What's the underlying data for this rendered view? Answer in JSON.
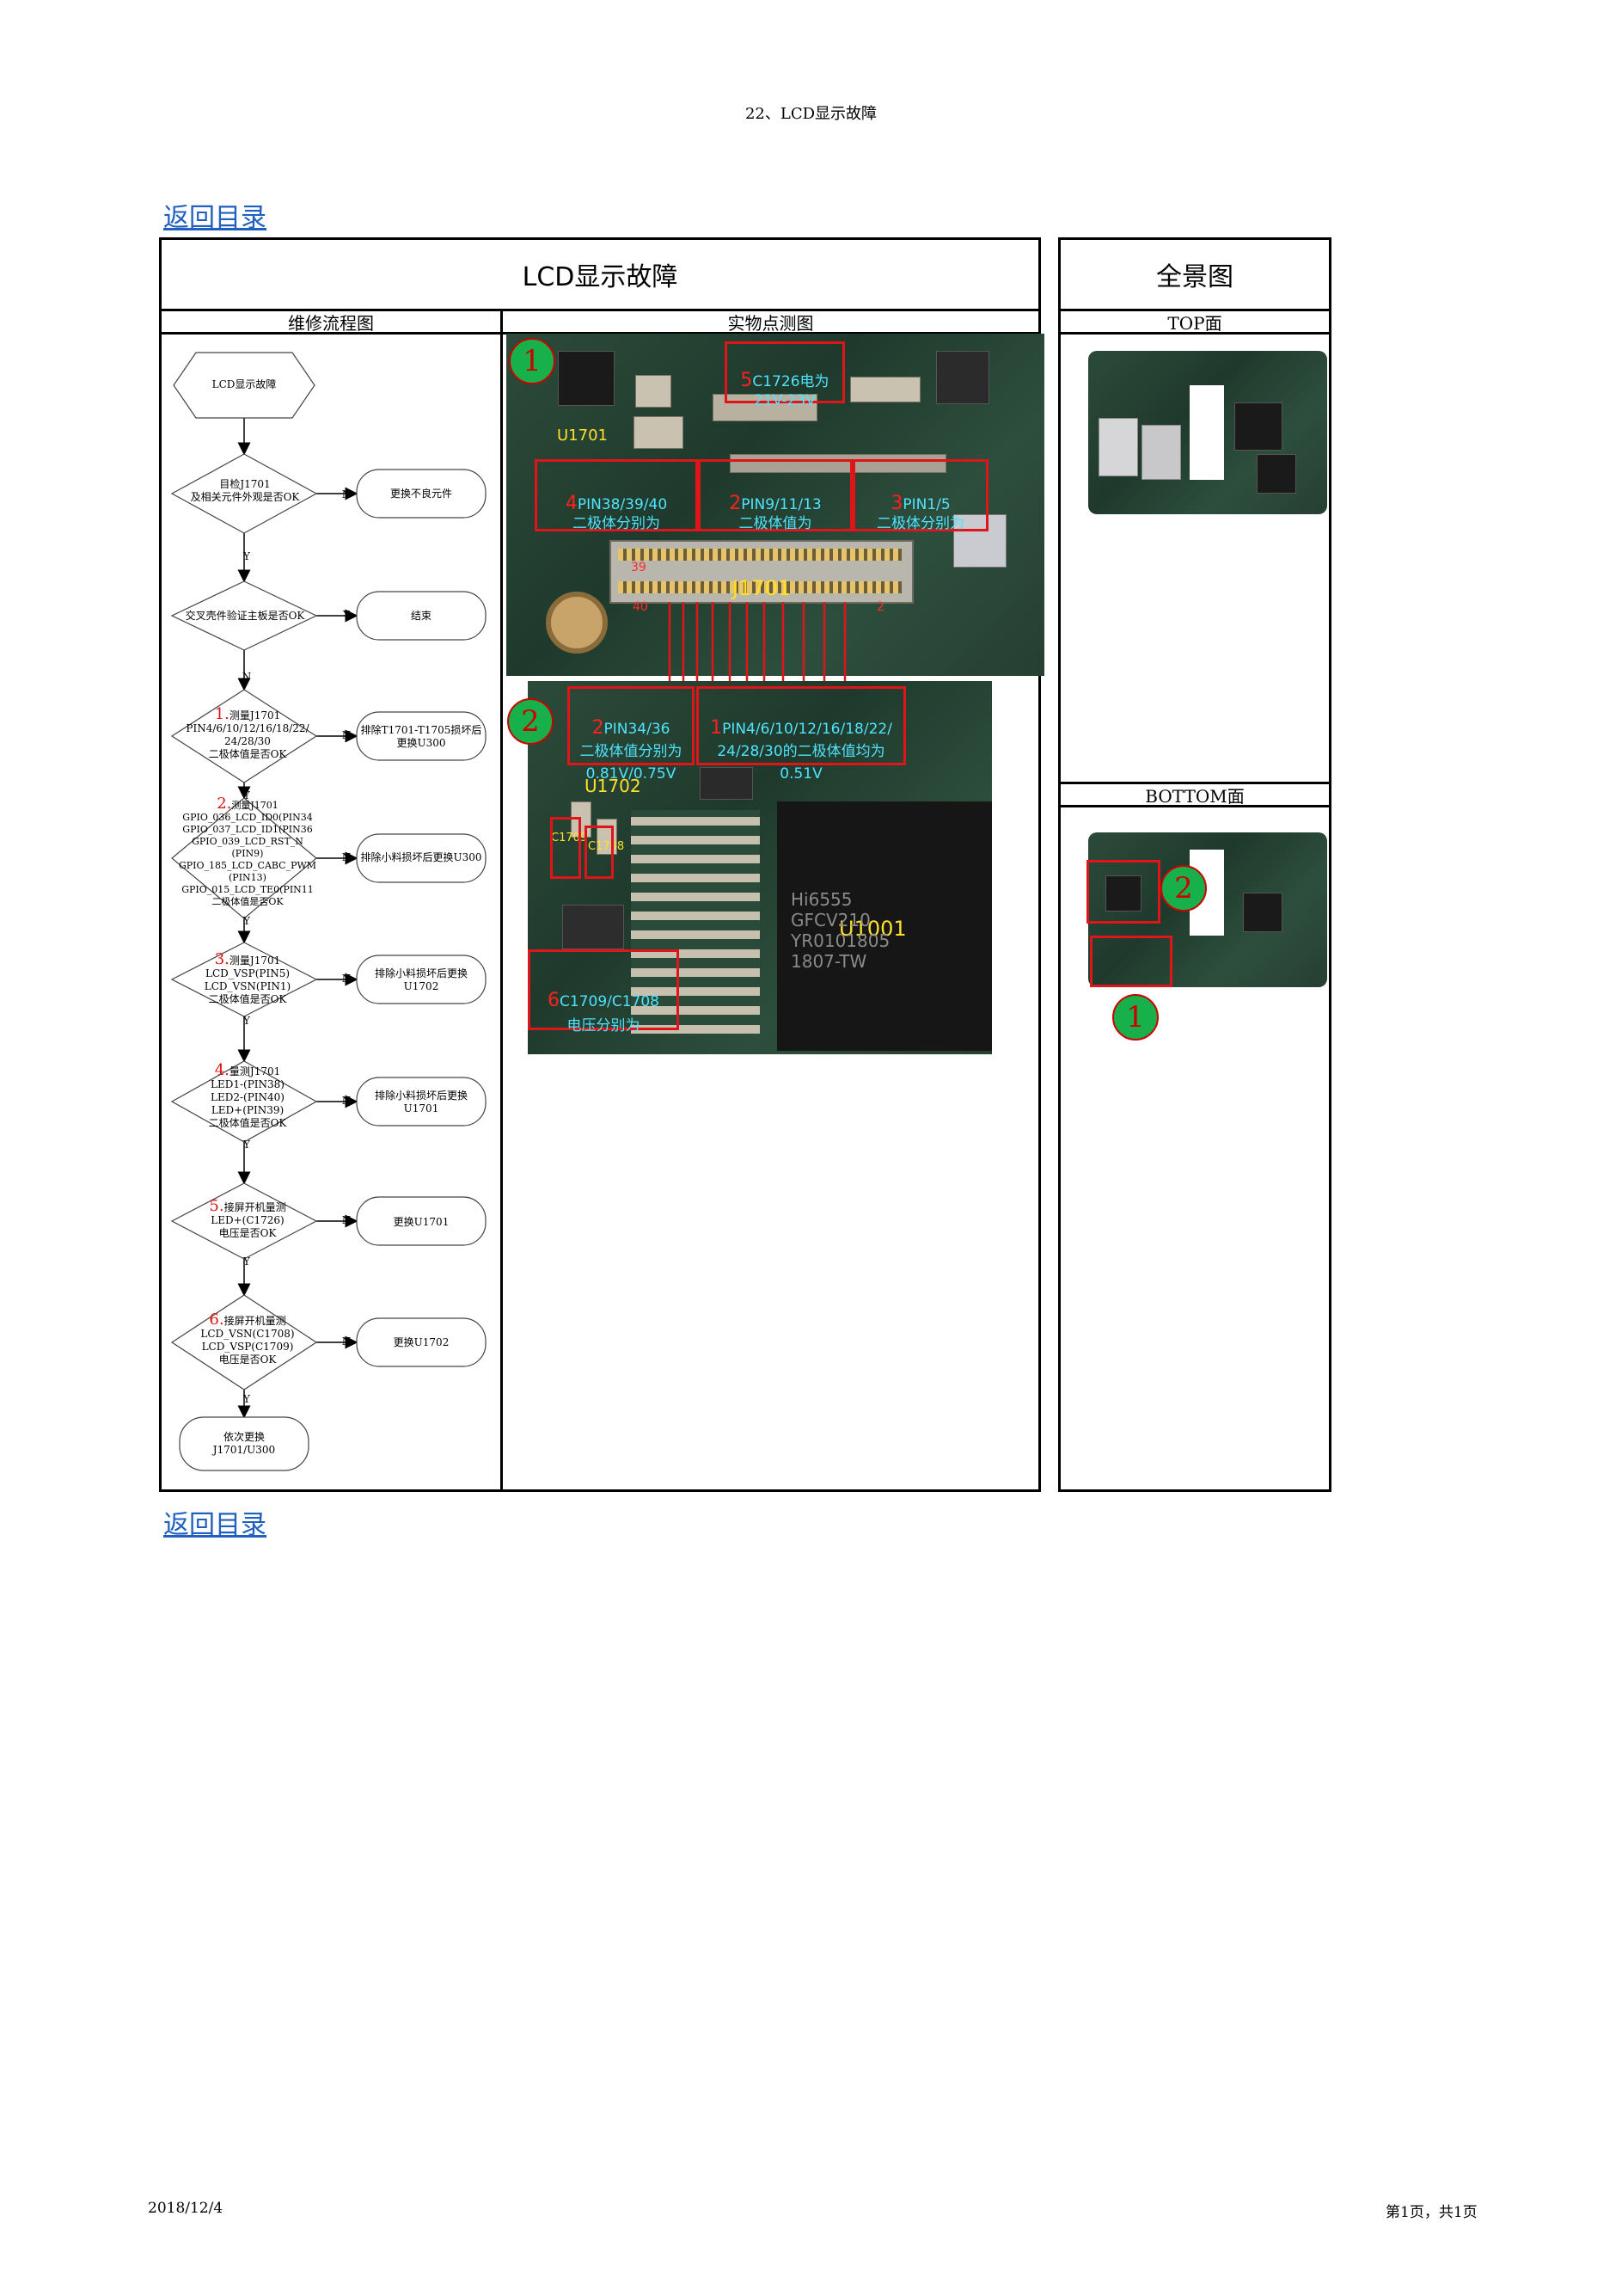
{
  "header": {
    "title": "22、LCD显示故障"
  },
  "nav": {
    "back_top": "返回目录",
    "back_bottom": "返回目录"
  },
  "table": {
    "main_title": "LCD显示故障",
    "panorama_title": "全景图",
    "col_flow": "维修流程图",
    "col_photo": "实物点测图",
    "top_label": "TOP面",
    "bottom_label": "BOTTOM面"
  },
  "flow": {
    "start": "LCD显示故障",
    "d1": "目检J1701\n及相关元件外观是否OK",
    "r1": "更换不良元件",
    "d2": "交叉壳件验证主板是否OK",
    "r2": "结束",
    "d3_num": "1.",
    "d3": "测量J1701\nPIN4/6/10/12/16/18/22/\n24/28/30\n二极体值是否OK",
    "r3": "排除T1701-T1705损坏后\n更换U300",
    "d4_num": "2.",
    "d4": "测量J1701\nGPIO_036_LCD_ID0(PIN34\nGPIO_037_LCD_ID1(PIN36\nGPIO_039_LCD_RST_N\n(PIN9)\nGPIO_185_LCD_CABC_PWM\n(PIN13)\nGPIO_015_LCD_TE0(PIN11\n二极体值是否OK",
    "r4": "排除小料损坏后更换U300",
    "d5_num": "3.",
    "d5": "测量J1701\nLCD_VSP(PIN5)\nLCD_VSN(PIN1)\n二极体值是否OK",
    "r5": "排除小料损坏后更换\nU1702",
    "d6_num": "4.",
    "d6": "量测J1701\nLED1-(PIN38)\nLED2-(PIN40)\nLED+(PIN39)\n二极体值是否OK",
    "r6": "排除小料损坏后更换\nU1701",
    "d7_num": "5.",
    "d7": "接屏开机量测\nLED+(C1726)\n电压是否OK",
    "r7": "更换U1701",
    "d8_num": "6.",
    "d8": "接屏开机量测\nLCD_VSN(C1708)\nLCD_VSP(C1709)\n电压是否OK",
    "r8": "更换U1702",
    "end": "依次更换\nJ1701/U300",
    "yes": "Y",
    "no": "N"
  },
  "photo1": {
    "circle": "1",
    "u1701": "U1701",
    "j1701": "J1701",
    "pin39": "39",
    "pin40": "40",
    "pin2": "2",
    "box5_num": "5",
    "box5": "C1726电为\n21V-23V",
    "box4_num": "4",
    "box4": "PIN38/39/40\n二极体分别为",
    "box2_num": "2",
    "box2": "PIN9/11/13\n二极体值为",
    "box3_num": "3",
    "box3": "PIN1/5\n二极体分别为"
  },
  "photo2": {
    "circle": "2",
    "u1702": "U1702",
    "u1001": "U1001",
    "chip_text": "Hi6555\nGFCV210\nYR0101805\n1807-TW",
    "c1709": "C1709",
    "c1708": "C1708",
    "box2_num": "2",
    "box2": "PIN34/36\n二极体值分别为\n0.81V/0.75V",
    "box1_num": "1",
    "box1": "PIN4/6/10/12/16/18/22/\n24/28/30的二极体值均为\n0.51V",
    "box6_num": "6",
    "box6": "C1709/C1708\n电压分别为"
  },
  "bottom_board": {
    "c1": "1",
    "c2": "2"
  },
  "footer": {
    "date": "2018/12/4",
    "page": "第1页，共1页"
  }
}
